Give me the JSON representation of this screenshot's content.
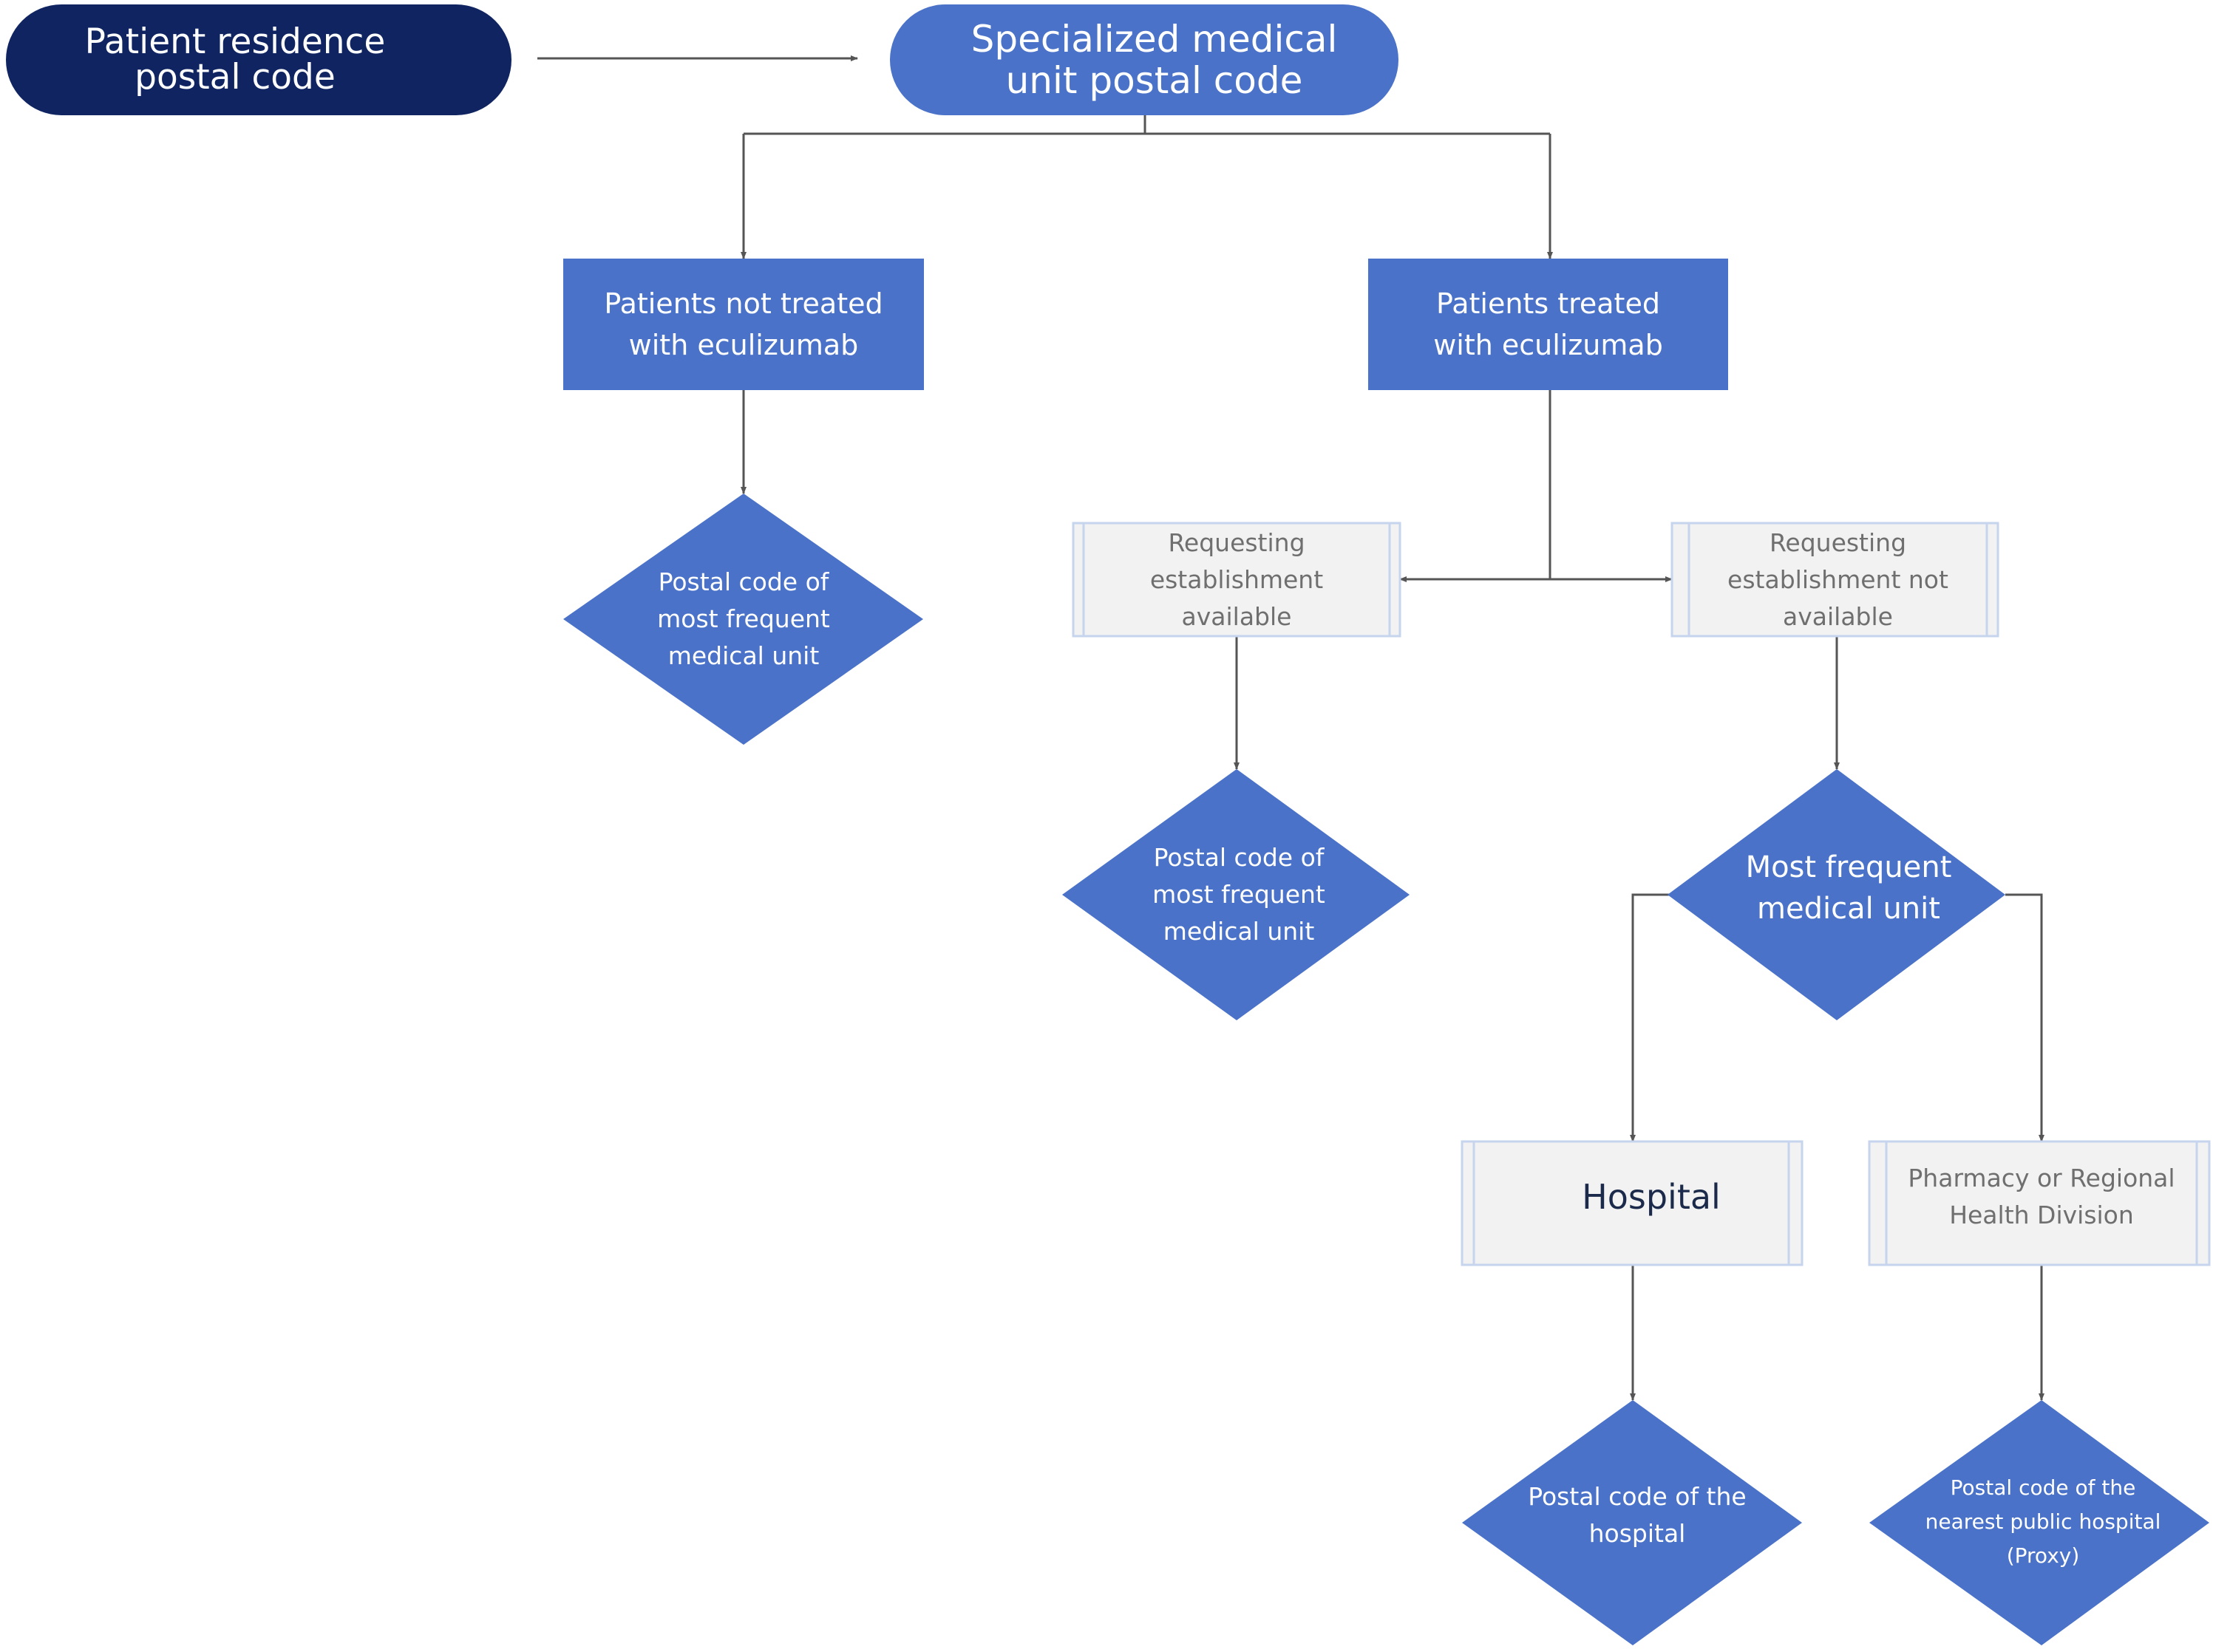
{
  "colors": {
    "navy": "#0f2461",
    "blue": "#4a72c8",
    "grey_fill": "#f2f2f2",
    "grey_border": "#c6d4ee",
    "line": "#555555"
  },
  "nodes": {
    "patient_residence": "Patient residence\npostal code",
    "specialized_unit": "Specialized medical\nunit postal code",
    "not_treated": "Patients not treated\nwith eculizumab",
    "treated": "Patients treated\nwith eculizumab",
    "postal_frequent_left": "Postal code of\nmost frequent\nmedical unit",
    "req_available": "Requesting\nestablishment\navailable",
    "req_not_available": "Requesting\nestablishment not\navailable",
    "postal_frequent_mid": "Postal code of\nmost frequent\nmedical unit",
    "most_frequent_unit": "Most frequent\nmedical unit",
    "hospital": "Hospital",
    "pharmacy": "Pharmacy or Regional\nHealth Division",
    "postal_hospital": "Postal code of the\nhospital",
    "postal_proxy": "Postal code of the\nnearest public hospital\n(Proxy)"
  }
}
